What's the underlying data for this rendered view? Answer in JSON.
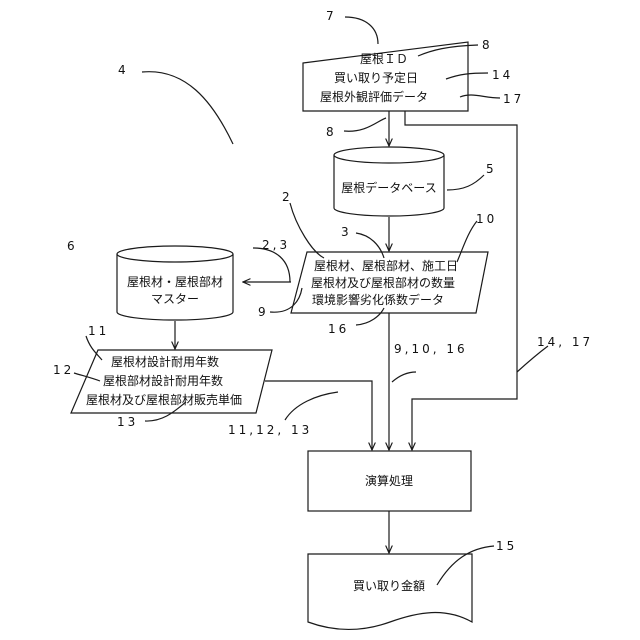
{
  "input_document": {
    "line1": "屋根ＩＤ",
    "line2": "買い取り予定日",
    "line3": "屋根外観評価データ"
  },
  "roof_database": {
    "label": "屋根データベース"
  },
  "roof_data_record": {
    "line1": "屋根材、屋根部材、施工日",
    "line2": "屋根材及び屋根部材の数量",
    "line3": "環境影響劣化係数データ"
  },
  "master_db": {
    "line1": "屋根材・屋根部材",
    "line2": "マスター"
  },
  "master_record": {
    "line1": "屋根材設計耐用年数",
    "line2": "屋根部材設計耐用年数",
    "line3": "屋根材及び屋根部材販売単価"
  },
  "processing": {
    "label": "演算処理"
  },
  "output_document": {
    "label": "買い取り金額"
  },
  "ref_numbers": {
    "n7": "7",
    "n8_top": "8",
    "n14_top": "14",
    "n17_top": "17",
    "n4": "4",
    "n8_mid": "8",
    "n5": "5",
    "n2": "2",
    "n3": "3",
    "n10": "10",
    "n6": "6",
    "n23": "2,3",
    "n9": "9",
    "n16": "16",
    "n11": "11",
    "n12": "12",
    "n13": "13",
    "n9_10_16": "9,10, 16",
    "n14_17": "14, 17",
    "n11_12_13": "11,12, 13",
    "n15": "15"
  }
}
